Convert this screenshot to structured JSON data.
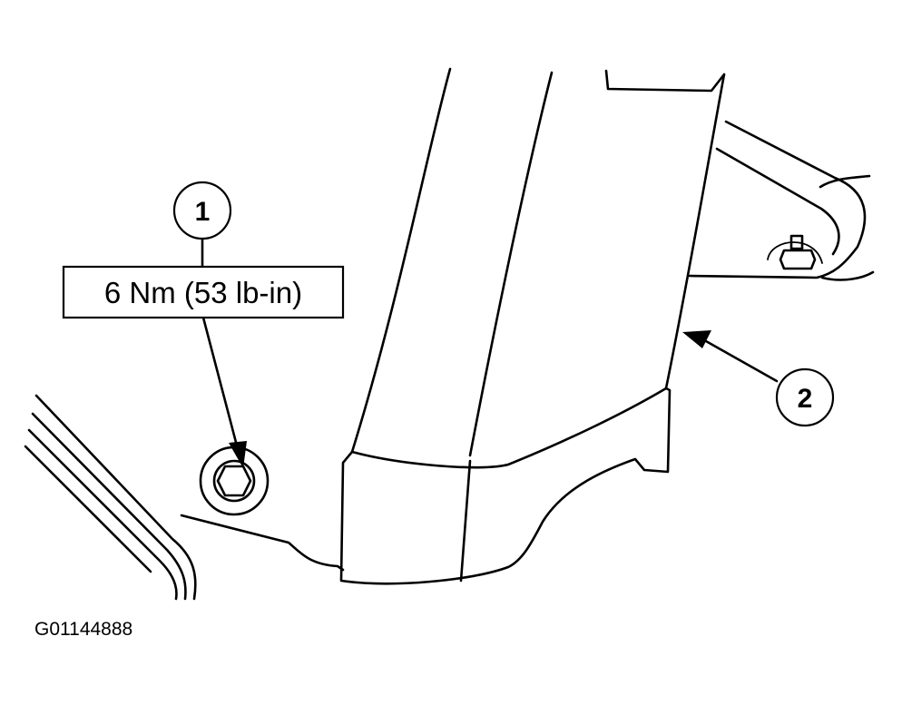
{
  "callouts": {
    "item_1": "1",
    "item_2": "2"
  },
  "torque_spec": "6 Nm (53 lb-in)",
  "figure_id": "G01144888"
}
